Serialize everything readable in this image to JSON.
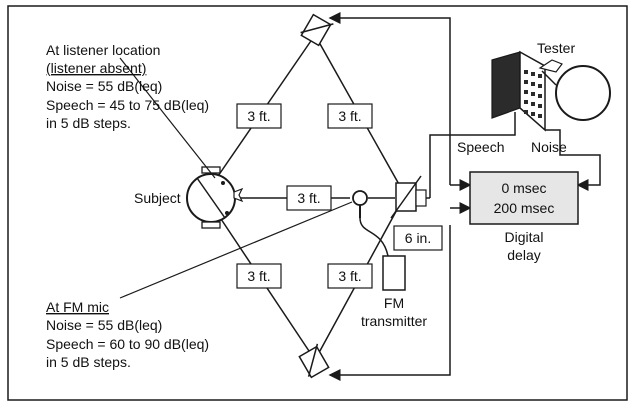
{
  "listener_note": {
    "title": "At listener location",
    "subtitle": "(listener absent)",
    "noise": "Noise = 55 dB(leq)",
    "speech": "Speech = 45 to 75 dB(leq)",
    "steps": "in 5 dB steps."
  },
  "fm_note": {
    "title": "At FM mic",
    "noise": "Noise = 55 dB(leq)",
    "speech": "Speech = 60 to 90 dB(leq)",
    "steps": "in 5 dB steps."
  },
  "subject_label": "Subject",
  "tester_label": "Tester",
  "speech_label": "Speech",
  "noise_label": "Noise",
  "delay_box": {
    "line1": "0 msec",
    "line2": "200 msec",
    "caption1": "Digital",
    "caption2": "delay"
  },
  "distances": {
    "upper_left": "3 ft.",
    "upper_right": "3 ft.",
    "center": "3 ft.",
    "lower_left": "3 ft.",
    "lower_right": "3 ft.",
    "mic_offset": "6 in."
  },
  "fm_transmitter": {
    "line1": "FM",
    "line2": "transmitter"
  },
  "colors": {
    "stroke": "#1a1a1a",
    "box_fill": "#ffffff",
    "delay_fill": "#e6e6e6",
    "screen_fill": "#2b2b2b"
  }
}
